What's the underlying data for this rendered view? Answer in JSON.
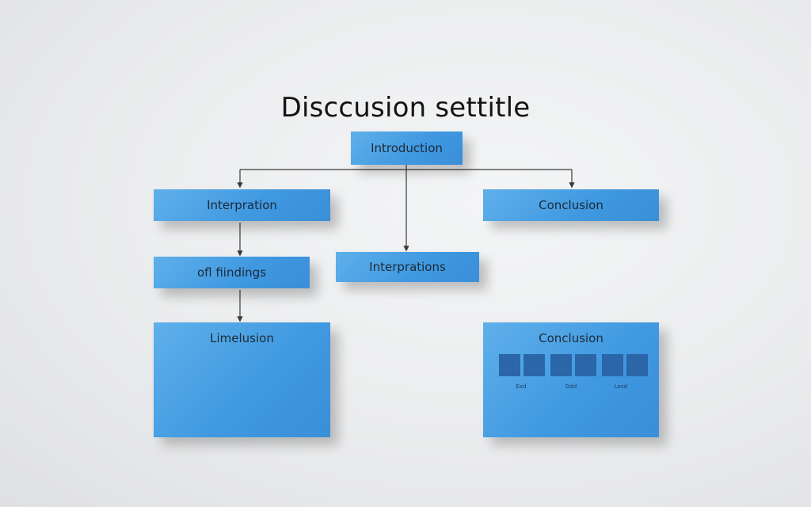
{
  "title": "Disccusion settitle",
  "nodes": {
    "introduction": "Introduction",
    "interpration": "Interpration",
    "conclusion_top": "Conclusion",
    "off_findings": "ofl fiindings",
    "interprations": "Interprations",
    "limelusion": "Limelusion",
    "conclusion_bottom": "Conclusion"
  },
  "conclusion_labels": [
    "Exd",
    "Ddd",
    "Lesd"
  ],
  "colors": {
    "box": "#4ea4e6",
    "box_dark": "#2a66a8",
    "wire": "#3a3a3a"
  }
}
